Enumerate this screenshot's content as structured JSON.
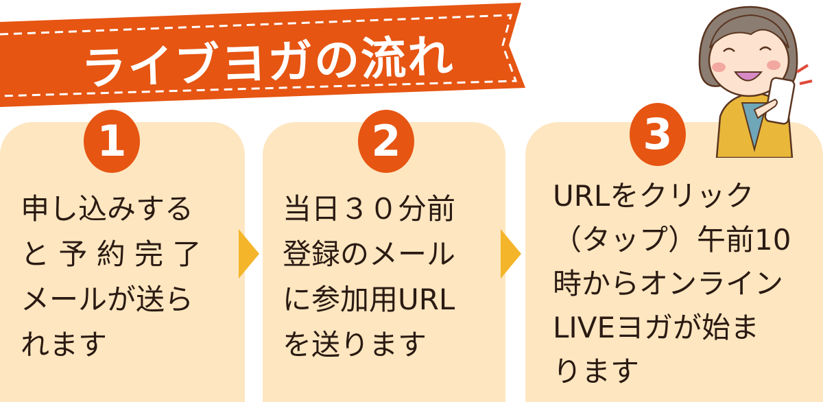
{
  "title": "ライブヨガの流れ",
  "colors": {
    "accent": "#e65512",
    "card": "#fde6c0",
    "arrow": "#f4b52a"
  },
  "steps": [
    {
      "number": "1",
      "lines": [
        "申し込みする",
        "と 予 約 完 了",
        "メールが送ら",
        "れます"
      ]
    },
    {
      "number": "2",
      "lines": [
        "当日３０分前",
        "登録のメール",
        "に参加用URL",
        "を送ります"
      ]
    },
    {
      "number": "3",
      "lines": [
        "URLをクリック",
        "（タップ）午前10",
        "時からオンライン",
        "LIVEヨガが始ま",
        "ります"
      ]
    }
  ]
}
